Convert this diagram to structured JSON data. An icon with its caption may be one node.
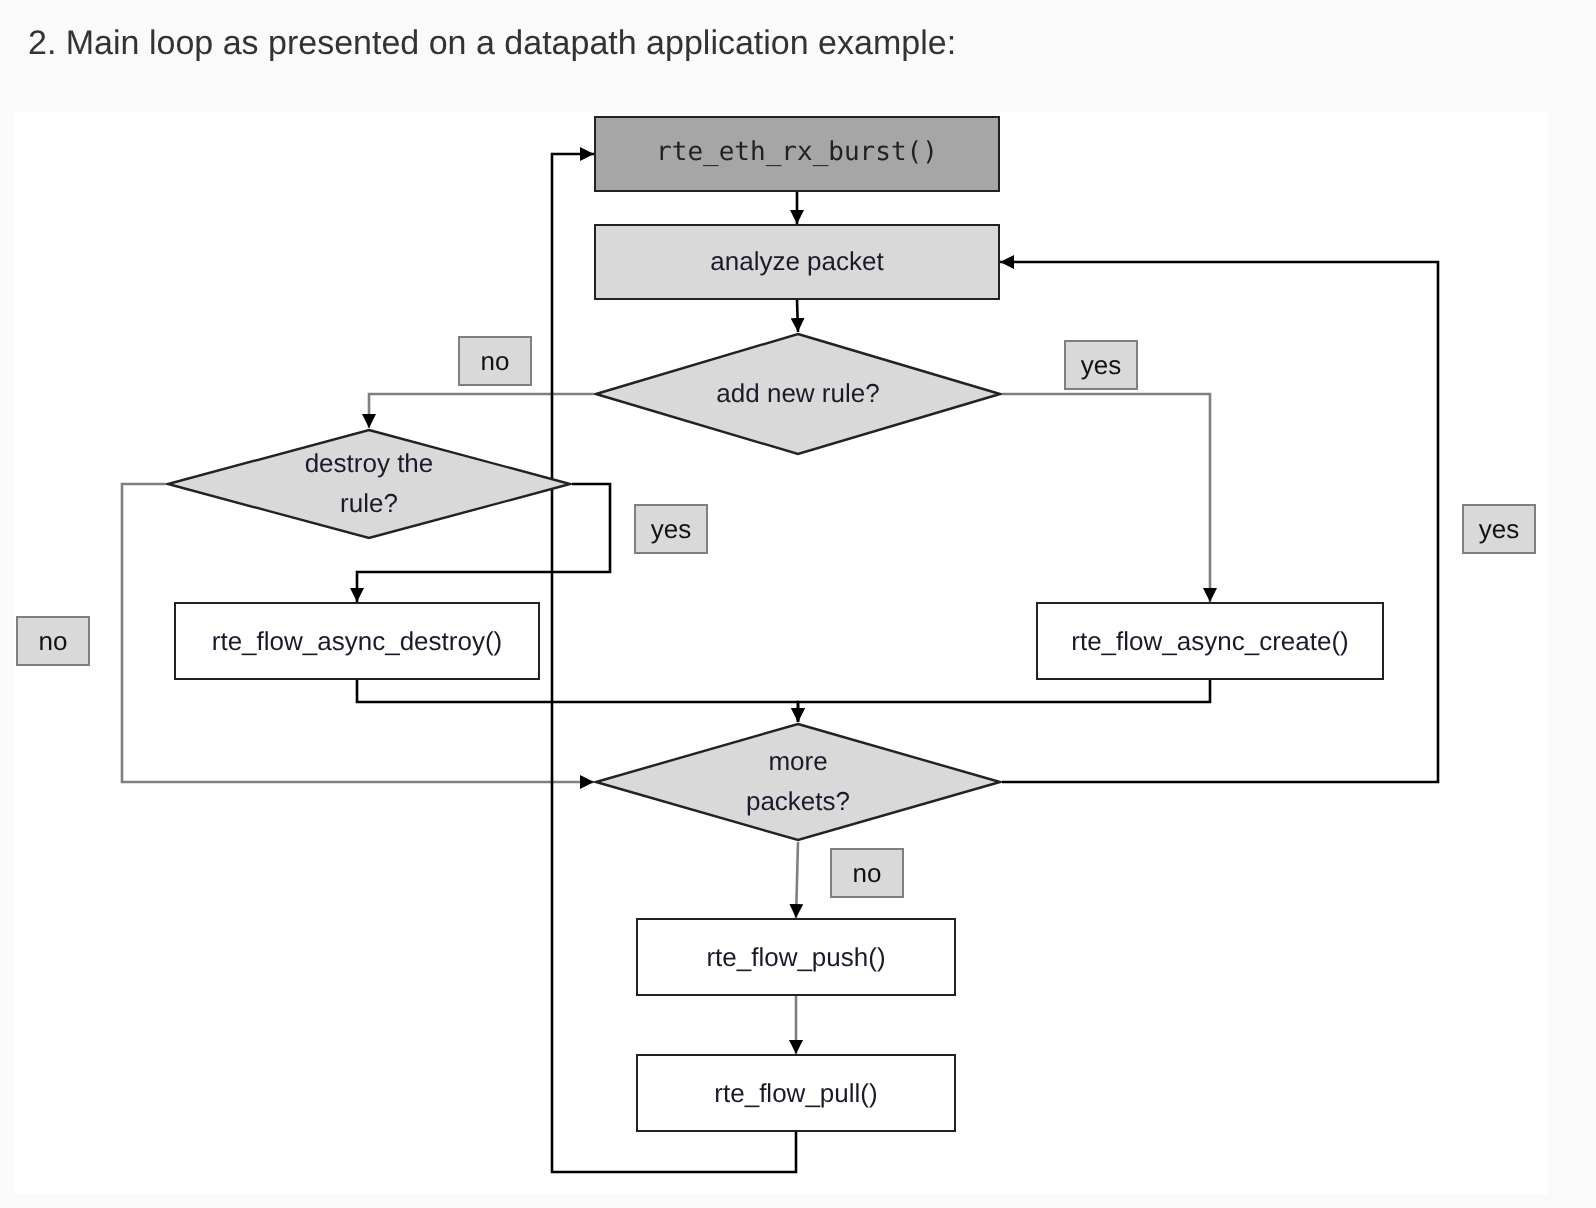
{
  "diagram": {
    "title": "2. Main loop as presented on a datapath application example:",
    "nodes": [
      {
        "text": [
          "rte_eth_rx_burst()"
        ]
      },
      {
        "text": [
          "analyze packet"
        ]
      },
      {
        "text": [
          "add new rule?"
        ]
      },
      {
        "text": [
          "destroy the rule?"
        ]
      },
      {
        "text": [
          "rte_flow_async_destroy()"
        ]
      },
      {
        "text": [
          "rte_flow_async_create()"
        ]
      },
      {
        "text": [
          "more packets?"
        ]
      },
      {
        "text": [
          "rte_flow_push()"
        ]
      },
      {
        "text": [
          "rte_flow_pull()"
        ]
      }
    ],
    "edges": [
      {
        "from": 0,
        "to": 1,
        "arrow": "to"
      },
      {
        "from": 1,
        "to": 2,
        "arrow": "to"
      },
      {
        "from": 2,
        "to": 3,
        "arrow": "to",
        "label": "no",
        "color": "#7f7f7f"
      },
      {
        "from": 2,
        "to": 5,
        "arrow": "to",
        "label": "yes",
        "color": "#7f7f7f"
      },
      {
        "from": 3,
        "to": 4,
        "arrow": "to",
        "label": "yes"
      },
      {
        "from": 3,
        "to": 6,
        "arrow": "to",
        "label": "no",
        "color": "#7f7f7f"
      },
      {
        "from": 4,
        "to": 6,
        "arrow": "to"
      },
      {
        "from": 5,
        "to": 6,
        "arrow": "to"
      },
      {
        "from": 6,
        "to": 1,
        "arrow": "to",
        "label": "yes"
      },
      {
        "from": 6,
        "to": 7,
        "arrow": "to",
        "label": "no",
        "color": "#7f7f7f"
      },
      {
        "from": 7,
        "to": 8,
        "arrow": "to",
        "color": "#7f7f7f"
      },
      {
        "from": 8,
        "to": 0,
        "arrow": "to"
      }
    ]
  }
}
